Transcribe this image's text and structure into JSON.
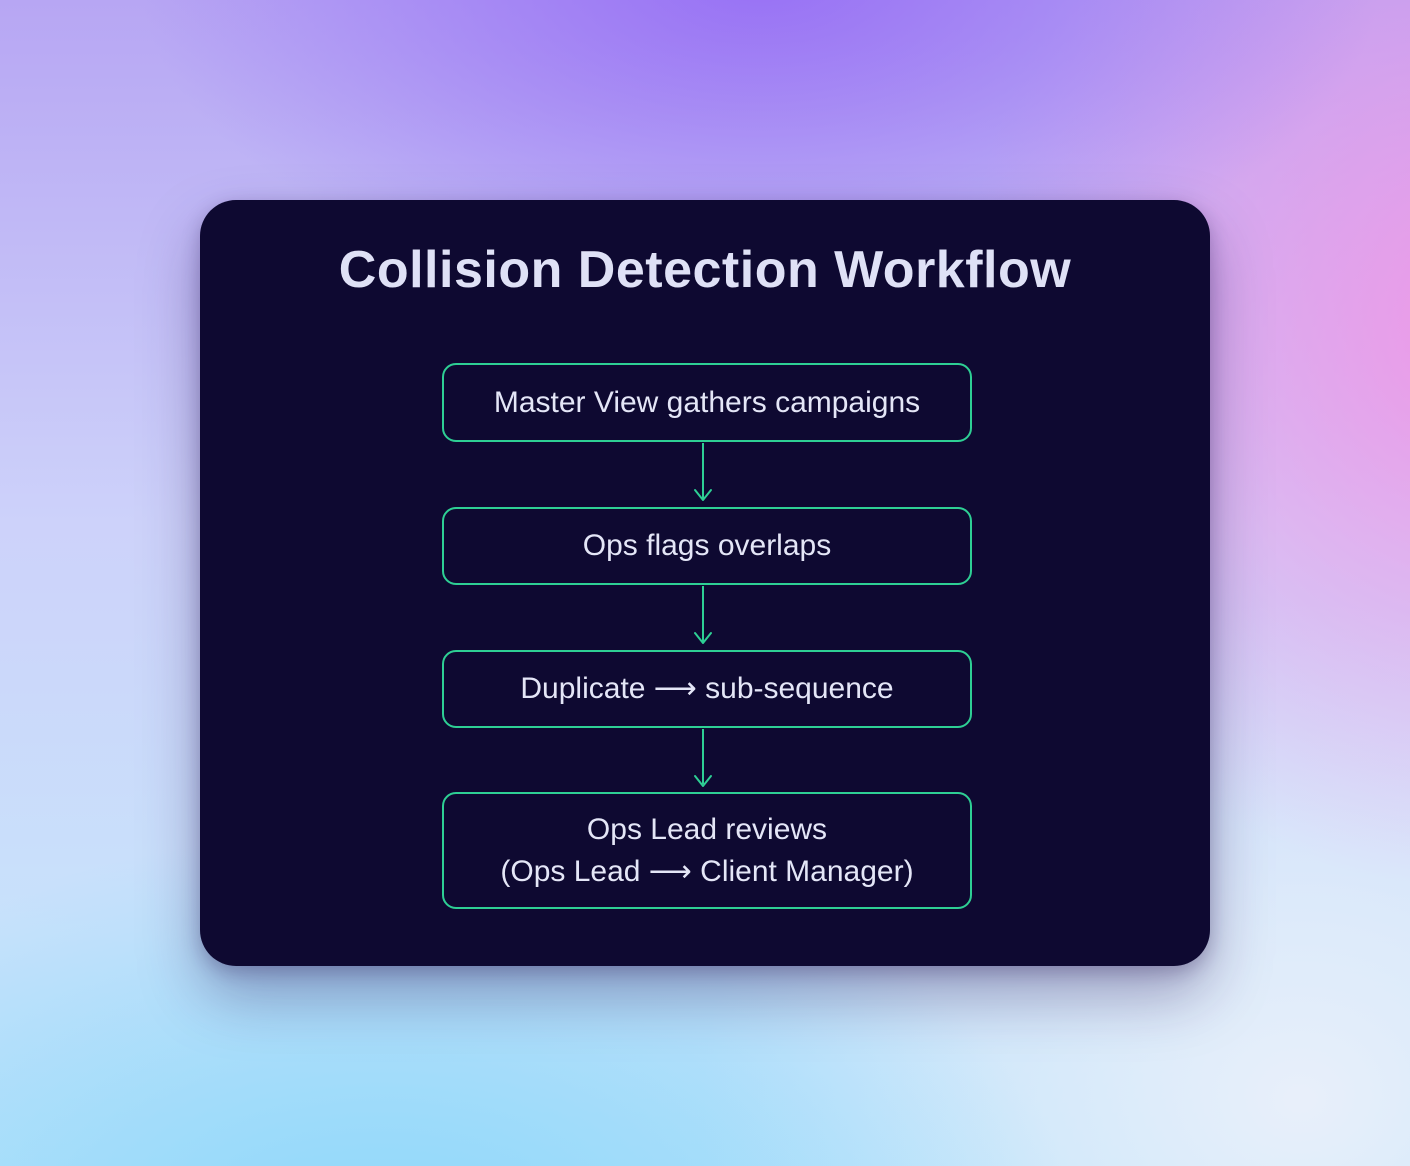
{
  "diagram": {
    "title": "Collision Detection Workflow",
    "accent_color": "#2ecf94",
    "card_color": "#0e0931",
    "nodes": [
      {
        "label": "Master View gathers campaigns"
      },
      {
        "label": "Ops flags overlaps"
      },
      {
        "label": "Duplicate ⟶ sub-sequence"
      },
      {
        "label": "Ops Lead reviews",
        "sublabel": "(Ops Lead ⟶ Client Manager)"
      }
    ],
    "edges": [
      {
        "from": 0,
        "to": 1
      },
      {
        "from": 1,
        "to": 2
      },
      {
        "from": 2,
        "to": 3
      }
    ]
  }
}
